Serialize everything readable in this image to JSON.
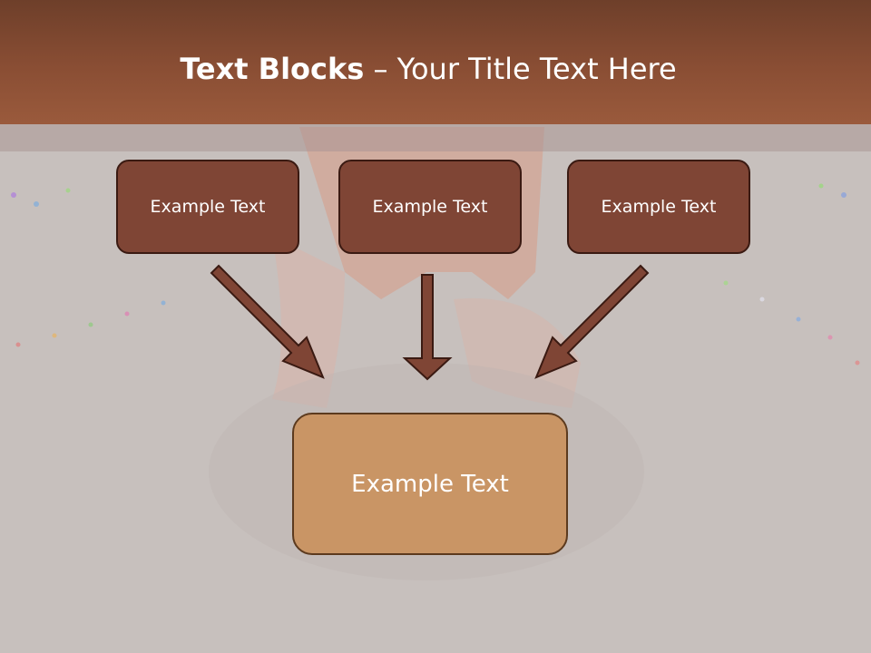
{
  "title": {
    "bold_part": "Text Blocks",
    "separator": " – ",
    "regular_part": "Your Title Text Here"
  },
  "blocks": [
    {
      "label": "Example Text"
    },
    {
      "label": "Example Text"
    },
    {
      "label": "Example Text"
    }
  ],
  "target_block": {
    "label": "Example Text"
  },
  "colors": {
    "title_bar": "#8a4e34",
    "small_box_fill": "#7f4535",
    "big_box_fill": "#c99565",
    "arrow_fill": "#7f4535"
  }
}
